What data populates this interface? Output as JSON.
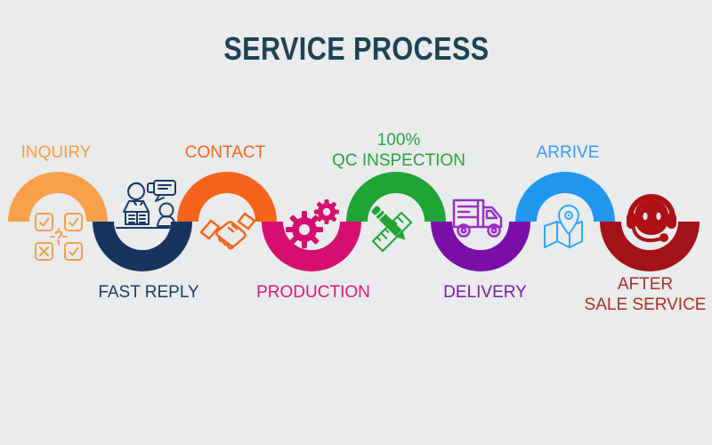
{
  "title": {
    "text": "SERVICE PROCESS",
    "color": "#1c4356"
  },
  "background_color": "#e9ebec",
  "steps": [
    {
      "label_lines": [
        "INQUIRY"
      ],
      "position": "top",
      "arc_color": "#f8a04b",
      "label_color": "#f59d41",
      "icon_color": "#f0a14e",
      "icon": "question-boxes-icon"
    },
    {
      "label_lines": [
        "FAST REPLY"
      ],
      "position": "bottom",
      "arc_color": "#16355e",
      "label_color": "#1e3d64",
      "icon_color": "#1b3a66",
      "icon": "support-agent-icon"
    },
    {
      "label_lines": [
        "CONTACT"
      ],
      "position": "top",
      "arc_color": "#f4641a",
      "label_color": "#f2661c",
      "icon_color": "#f4661c",
      "icon": "handshake-icon"
    },
    {
      "label_lines": [
        "PRODUCTION"
      ],
      "position": "bottom",
      "arc_color": "#d50f6f",
      "label_color": "#d81878",
      "icon_color": "#d50f6f",
      "icon": "gears-icon"
    },
    {
      "label_lines": [
        "100%",
        "QC INSPECTION"
      ],
      "position": "top",
      "arc_color": "#21a436",
      "label_color": "#28a53b",
      "icon_color": "#21a436",
      "icon": "pencil-ruler-icon"
    },
    {
      "label_lines": [
        "DELIVERY"
      ],
      "position": "bottom",
      "arc_color": "#7a0fa8",
      "label_color": "#7c1fa2",
      "icon_color": "#9b2fc4",
      "icon": "delivery-truck-icon"
    },
    {
      "label_lines": [
        "ARRIVE"
      ],
      "position": "top",
      "arc_color": "#2196ee",
      "label_color": "#3d9bf1",
      "icon_color": "#2fa9f7",
      "icon": "map-pin-icon"
    },
    {
      "label_lines": [
        "AFTER",
        "SALE SERVICE"
      ],
      "position": "bottom",
      "arc_color": "#a31217",
      "label_color": "#a93126",
      "icon_color": "#ad1116",
      "icon": "headset-icon"
    }
  ]
}
